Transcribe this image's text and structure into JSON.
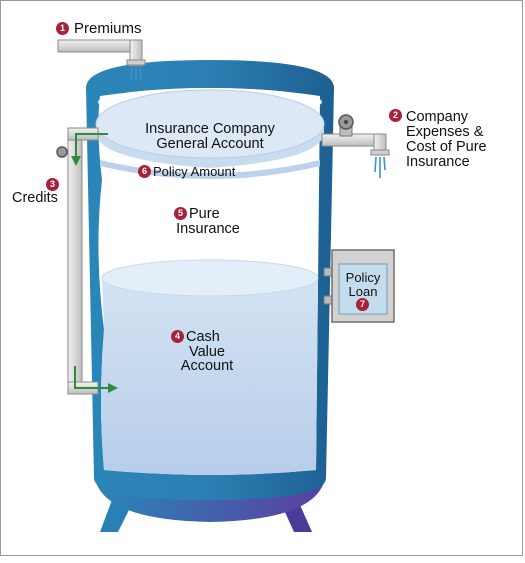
{
  "labels": {
    "premiums": {
      "num": "1",
      "text": "Premiums"
    },
    "expenses": {
      "num": "2",
      "lines": [
        "Company",
        "Expenses &",
        "Cost of Pure",
        "Insurance"
      ]
    },
    "credits": {
      "num": "3",
      "text": "Credits"
    },
    "cash_value": {
      "num": "4",
      "lines": [
        "Cash",
        "Value",
        "Account"
      ]
    },
    "pure_insurance": {
      "num": "5",
      "lines": [
        "Pure",
        "Insurance"
      ]
    },
    "policy_amount": {
      "num": "6",
      "text": "Policy Amount"
    },
    "policy_loan": {
      "num": "7",
      "lines": [
        "Policy",
        "Loan"
      ]
    },
    "general_account": {
      "lines": [
        "Insurance Company",
        "General Account"
      ]
    }
  },
  "colors": {
    "tank_outline": "#1e6fa0",
    "tank_interior": "#ffffff",
    "water": "#c3d7ef",
    "water_surface": "#e1ecf8",
    "pipe": "#d9d9d9",
    "arrow": "#2e8b3e",
    "badge": "#a8203a",
    "tank_base": "#3b4aa8"
  },
  "icons": [
    "water-stream-icon",
    "valve-wheel-icon",
    "flow-arrow-icon"
  ]
}
